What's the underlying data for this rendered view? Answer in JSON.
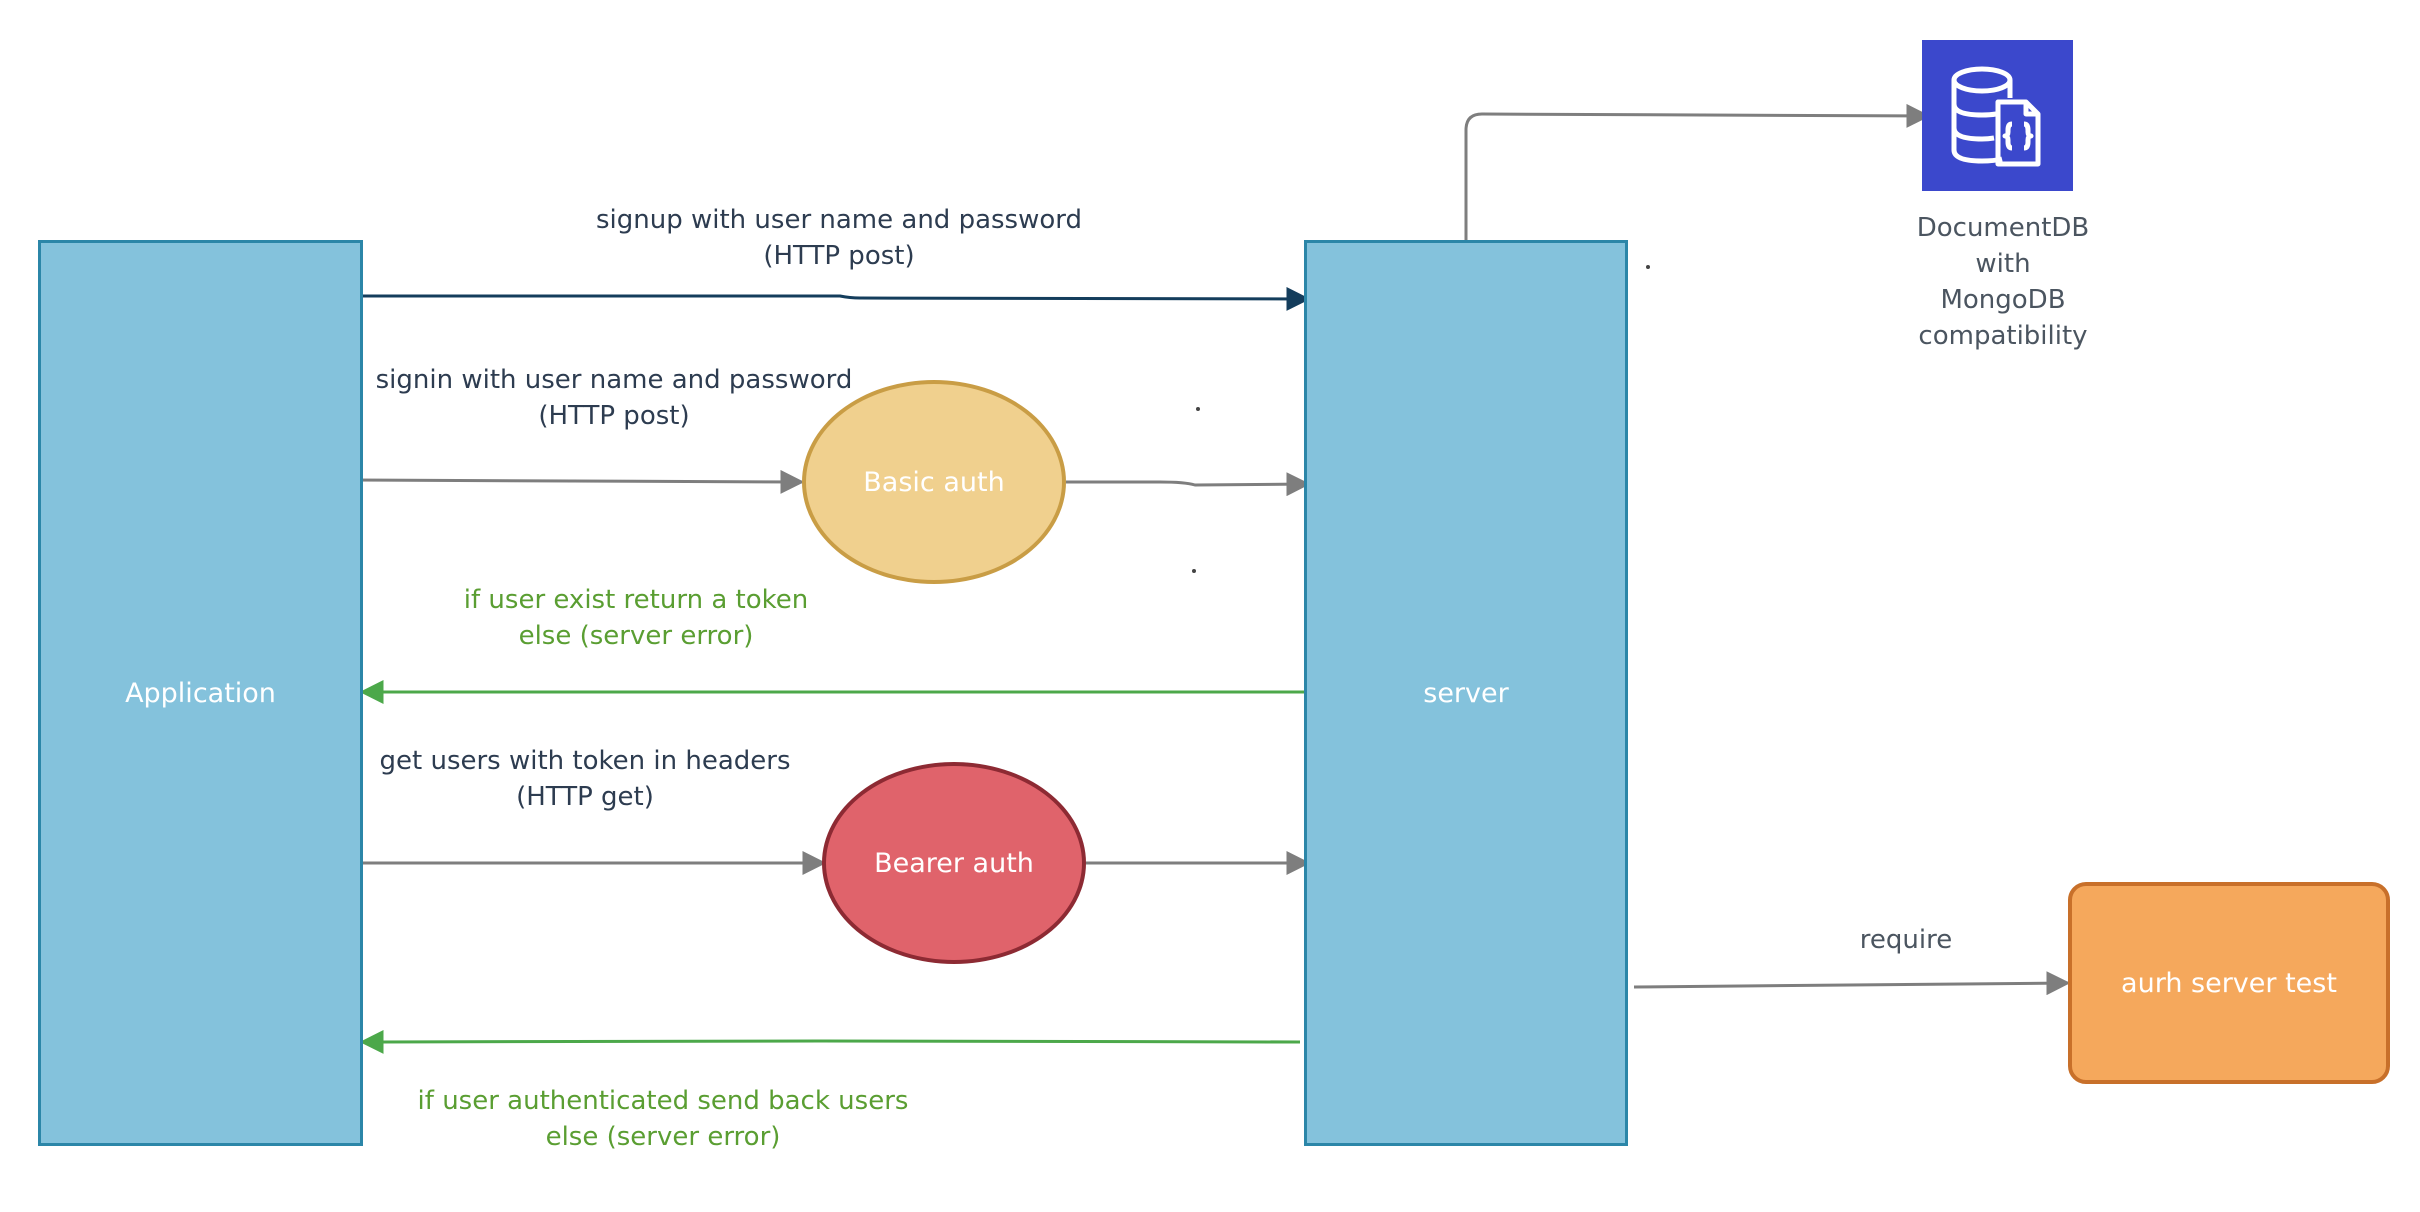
{
  "nodes": {
    "application": "Application",
    "server": "server",
    "basic_auth": "Basic auth",
    "bearer_auth": "Bearer auth",
    "auth_server_test": "aurh server test"
  },
  "database": {
    "icon": "documentdb-icon",
    "label_lines": [
      "DocumentDB",
      "with",
      "MongoDB",
      "compatibility"
    ]
  },
  "edges": {
    "signup": [
      "signup with user name and password",
      "(HTTP post)"
    ],
    "signin": [
      "signin with user name and password",
      "(HTTP post)"
    ],
    "token_return": [
      "if user exist return a token",
      "else (server error)"
    ],
    "get_users": [
      "get users with token in headers",
      "(HTTP get)"
    ],
    "users_return": [
      "if user authenticated  send back users",
      "else (server error)"
    ],
    "require": "require"
  },
  "colors": {
    "box_fill": "#84c2dc",
    "box_border": "#2b86a8",
    "basic_fill": "#f0d08e",
    "bearer_fill": "#e0636b",
    "orange_fill": "#f5a85c",
    "db_icon_bg": "#3b48cc",
    "arrow_dark": "#143d5c",
    "arrow_gray": "#7e7e7e",
    "arrow_green": "#4ca84a"
  }
}
